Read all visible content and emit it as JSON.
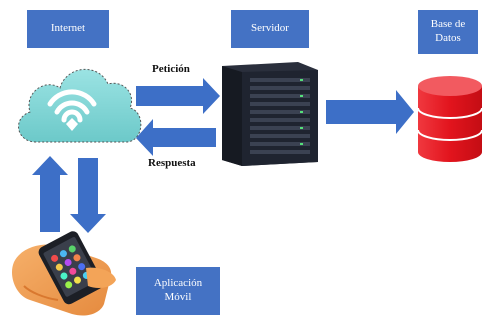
{
  "labels": {
    "internet": "Internet",
    "servidor": "Servidor",
    "base_datos": "Base de\nDatos",
    "aplicacion": "Aplicación\nMóvil",
    "peticion": "Petición",
    "respuesta": "Respuesta"
  },
  "colors": {
    "box_blue": "#4472c4",
    "arrow_blue": "#3d6fc7",
    "cloud_fill": "#7fd6d6",
    "db_red": "#e8222a",
    "server_dark": "#1f2430"
  },
  "icons": {
    "cloud": "cloud-wifi-icon",
    "server": "server-rack-icon",
    "database": "database-cylinder-icon",
    "phone": "hand-phone-icon"
  }
}
